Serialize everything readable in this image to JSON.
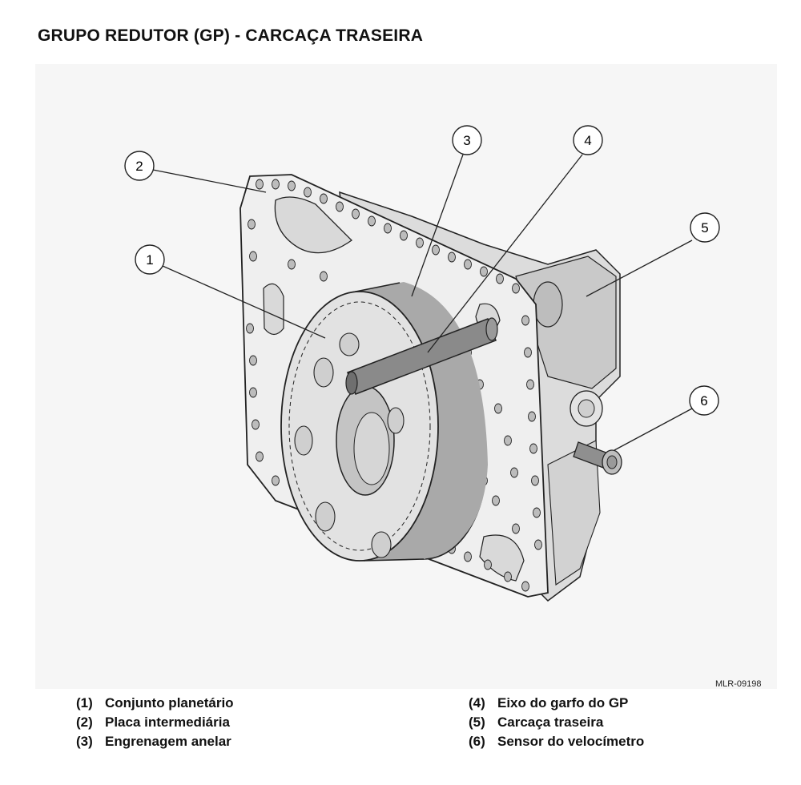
{
  "title": "GRUPO REDUTOR (GP) - CARCAÇA TRASEIRA",
  "figure_id": "MLR-09198",
  "callouts": [
    {
      "num": "1",
      "target": "planetary-assembly"
    },
    {
      "num": "2",
      "target": "intermediate-plate"
    },
    {
      "num": "3",
      "target": "ring-gear"
    },
    {
      "num": "4",
      "target": "fork-shaft"
    },
    {
      "num": "5",
      "target": "rear-housing"
    },
    {
      "num": "6",
      "target": "speed-sensor"
    }
  ],
  "legend": [
    {
      "num": "(1)",
      "label": "Conjunto planetário"
    },
    {
      "num": "(2)",
      "label": "Placa intermediária"
    },
    {
      "num": "(3)",
      "label": "Engrenagem anelar"
    },
    {
      "num": "(4)",
      "label": "Eixo do garfo do GP"
    },
    {
      "num": "(5)",
      "label": "Carcaça traseira"
    },
    {
      "num": "(6)",
      "label": "Sensor do velocímetro"
    }
  ],
  "colors": {
    "background_panel": "#f6f6f6",
    "part_fill": "#e7e7e7",
    "part_shade": "#a9a9a9",
    "shaft": "#8a8a8a",
    "outline": "#222222"
  }
}
